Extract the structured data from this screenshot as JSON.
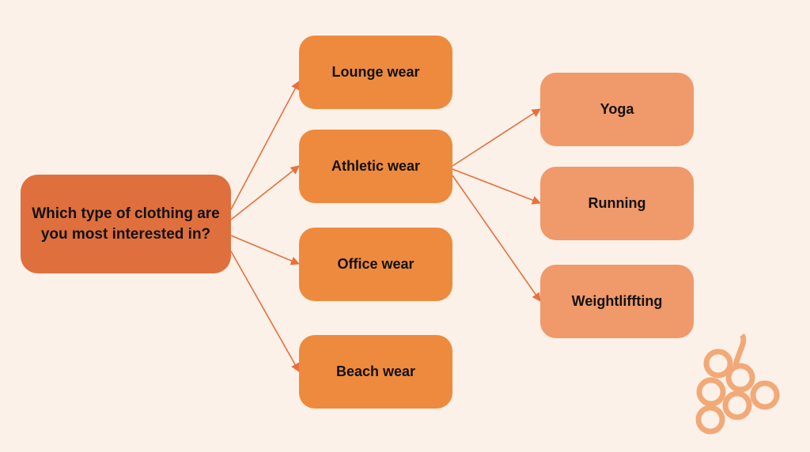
{
  "root": {
    "label": "Which type of clothing are you most interested in?"
  },
  "categories": [
    {
      "label": "Lounge wear"
    },
    {
      "label": "Athletic wear"
    },
    {
      "label": "Office wear"
    },
    {
      "label": "Beach wear"
    }
  ],
  "athletic_children": [
    {
      "label": "Yoga"
    },
    {
      "label": "Running"
    },
    {
      "label": "Weightliffting"
    }
  ],
  "colors": {
    "background": "#fbf1e8",
    "root_fill": "#e06f3e",
    "category_fill": "#ee8a3d",
    "subcategory_fill": "#f0996a",
    "connector": "#e8703e",
    "logo": "#f2a978"
  },
  "icons": {
    "logo": "grapes-icon"
  }
}
